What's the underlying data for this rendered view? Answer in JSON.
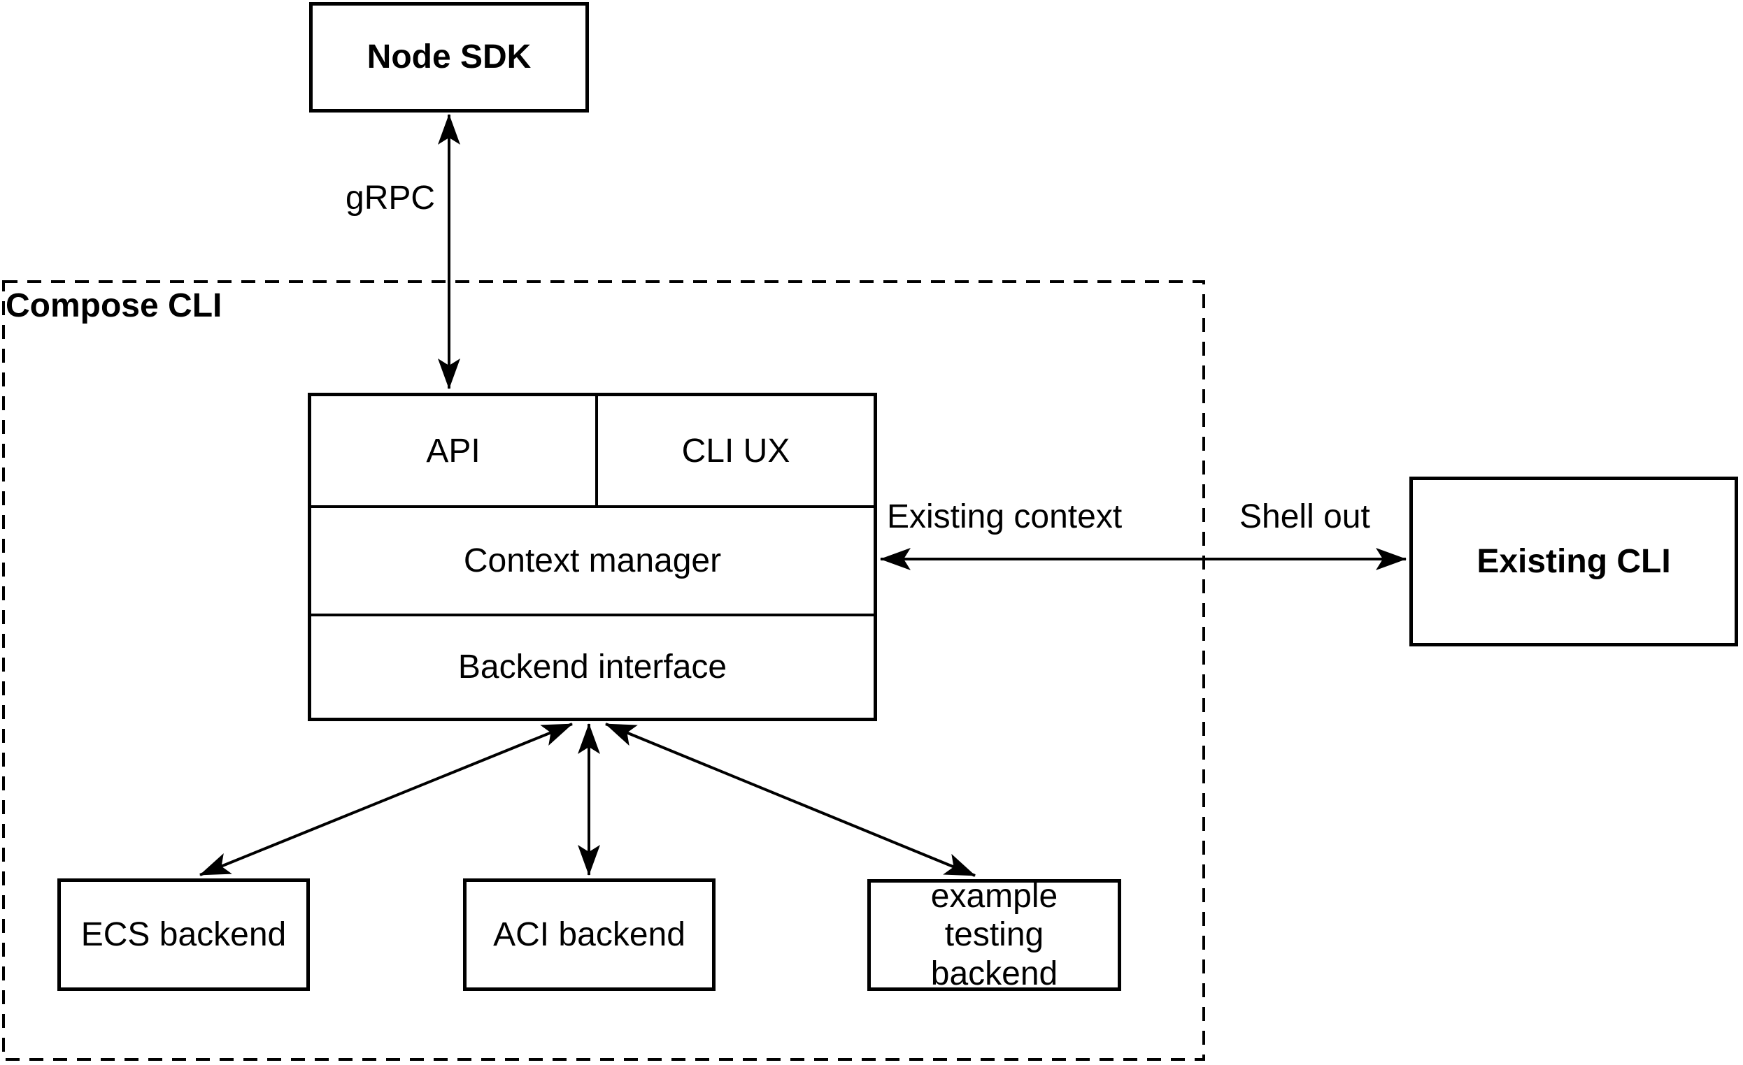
{
  "colors": {
    "stroke": "#000000",
    "background": "#ffffff"
  },
  "container": {
    "label": "Compose CLI"
  },
  "nodes": {
    "node_sdk": {
      "label": "Node SDK"
    },
    "api": {
      "label": "API"
    },
    "cli_ux": {
      "label": "CLI UX"
    },
    "context_manager": {
      "label": "Context manager"
    },
    "backend_interface": {
      "label": "Backend interface"
    },
    "existing_cli": {
      "label": "Existing CLI"
    },
    "ecs_backend": {
      "label": "ECS backend"
    },
    "aci_backend": {
      "label": "ACI backend"
    },
    "example_testing_backend": {
      "label": "example testing backend"
    }
  },
  "edges": {
    "grpc": {
      "label": "gRPC"
    },
    "existing_context": {
      "label": "Existing context"
    },
    "shell_out": {
      "label": "Shell out"
    }
  }
}
